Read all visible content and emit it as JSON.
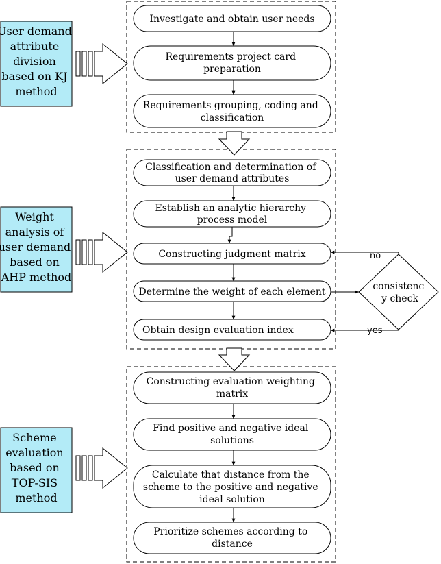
{
  "stages": [
    {
      "label_lines": [
        "User demand",
        "attribute",
        "division",
        "based on KJ",
        "method"
      ],
      "steps": [
        [
          "Investigate and obtain user needs"
        ],
        [
          "Requirements project card",
          "preparation"
        ],
        [
          "Requirements grouping, coding and",
          "classification"
        ]
      ]
    },
    {
      "label_lines": [
        "Weight",
        "analysis of",
        "user demand",
        "based on",
        "AHP method"
      ],
      "steps": [
        [
          "Classification and determination of",
          "user demand attributes"
        ],
        [
          "Establish an analytic hierarchy",
          "process model"
        ],
        [
          "Constructing judgment matrix"
        ],
        [
          "Determine the weight of each element"
        ],
        [
          "Obtain design evaluation index"
        ]
      ]
    },
    {
      "label_lines": [
        "Scheme",
        "evaluation",
        "based on",
        "TOP-SIS",
        "method"
      ],
      "steps": [
        [
          "Constructing evaluation weighting",
          "matrix"
        ],
        [
          "Find positive and negative ideal",
          "solutions"
        ],
        [
          "Calculate that distance from the",
          "scheme to the positive and negative",
          "ideal solution"
        ],
        [
          "Prioritize schemes according to",
          "distance"
        ]
      ]
    }
  ],
  "decision": {
    "lines": [
      "consistenc",
      "y check"
    ],
    "no_label": "no",
    "yes_label": "yes"
  },
  "colors": {
    "side_fill": "#b3ebf7",
    "stroke": "#000000"
  }
}
